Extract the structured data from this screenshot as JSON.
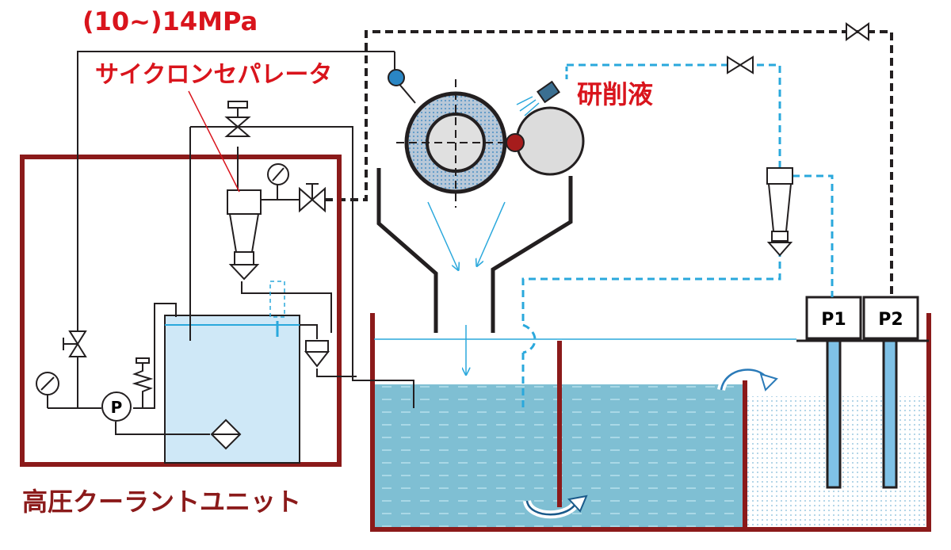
{
  "labels": {
    "pressure": "(10~)14MPa",
    "cyclone": "サイクロンセパレータ",
    "grinding_fluid": "研削液",
    "unit": "高圧クーラントユニット",
    "pump1": "P1",
    "pump2": "P2",
    "pump": "P"
  },
  "colors": {
    "dark_red": "#8b1a1a",
    "red_text": "#d9141c",
    "cyan": "#2aa8dc",
    "tank_water": "#7fc1d6",
    "unit_water": "#cfe8f7",
    "line": "#231f20"
  }
}
